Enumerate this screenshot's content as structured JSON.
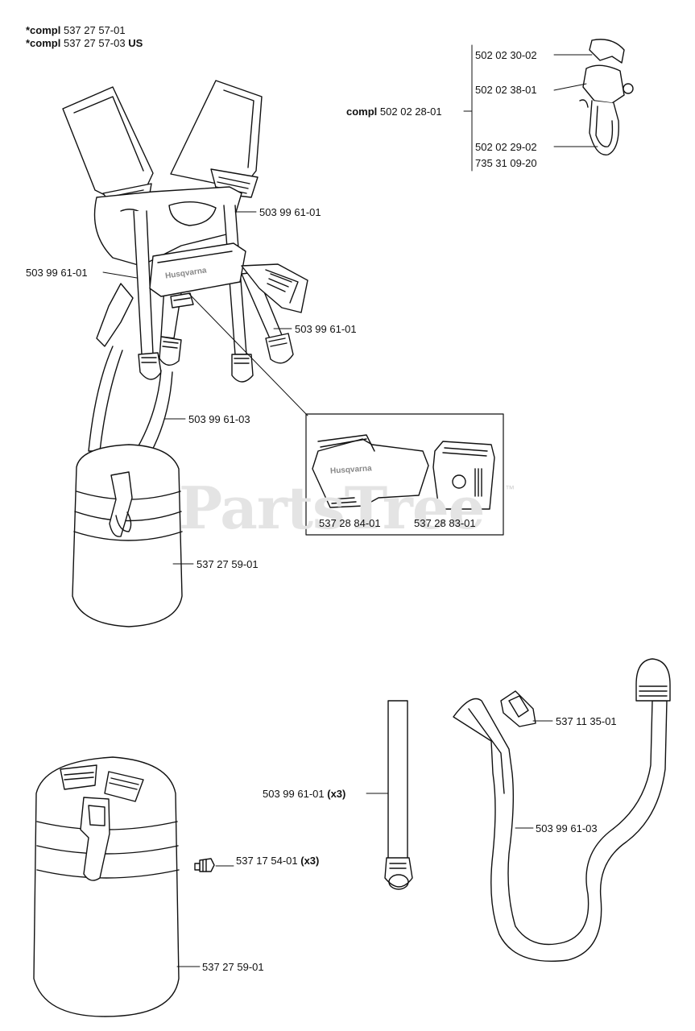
{
  "header": {
    "line1_prefix": "*compl",
    "line1_number": "537 27 57-01",
    "line2_prefix": "*compl",
    "line2_number": "537 27 57-03",
    "line2_suffix": "US"
  },
  "watermark": {
    "text": "PartsTree",
    "tm": "™"
  },
  "brand_text": "Husqvarna",
  "callouts": {
    "hook_assembly": {
      "prefix": "compl",
      "number": "502 02 28-01"
    },
    "hook_parts": [
      "502 02 30-02",
      "502 02 38-01",
      "502 02 29-02",
      "735 31 09-20"
    ],
    "strap_right_upper": "503 99 61-01",
    "strap_left": "503 99 61-01",
    "strap_right_lower": "503 99 61-01",
    "strap_long": "503 99 61-03",
    "pad_upper": "537 27 59-01",
    "inset_part_a": "537 28 84-01",
    "inset_part_b": "537 28 83-01",
    "buckle": "537 11 35-01",
    "strap_single": {
      "number": "503 99 61-01",
      "qty": "(x3)"
    },
    "strap_long_lower": "503 99 61-03",
    "screw": {
      "number": "537 17 54-01",
      "qty": "(x3)"
    },
    "pad_lower": "537 27 59-01"
  }
}
